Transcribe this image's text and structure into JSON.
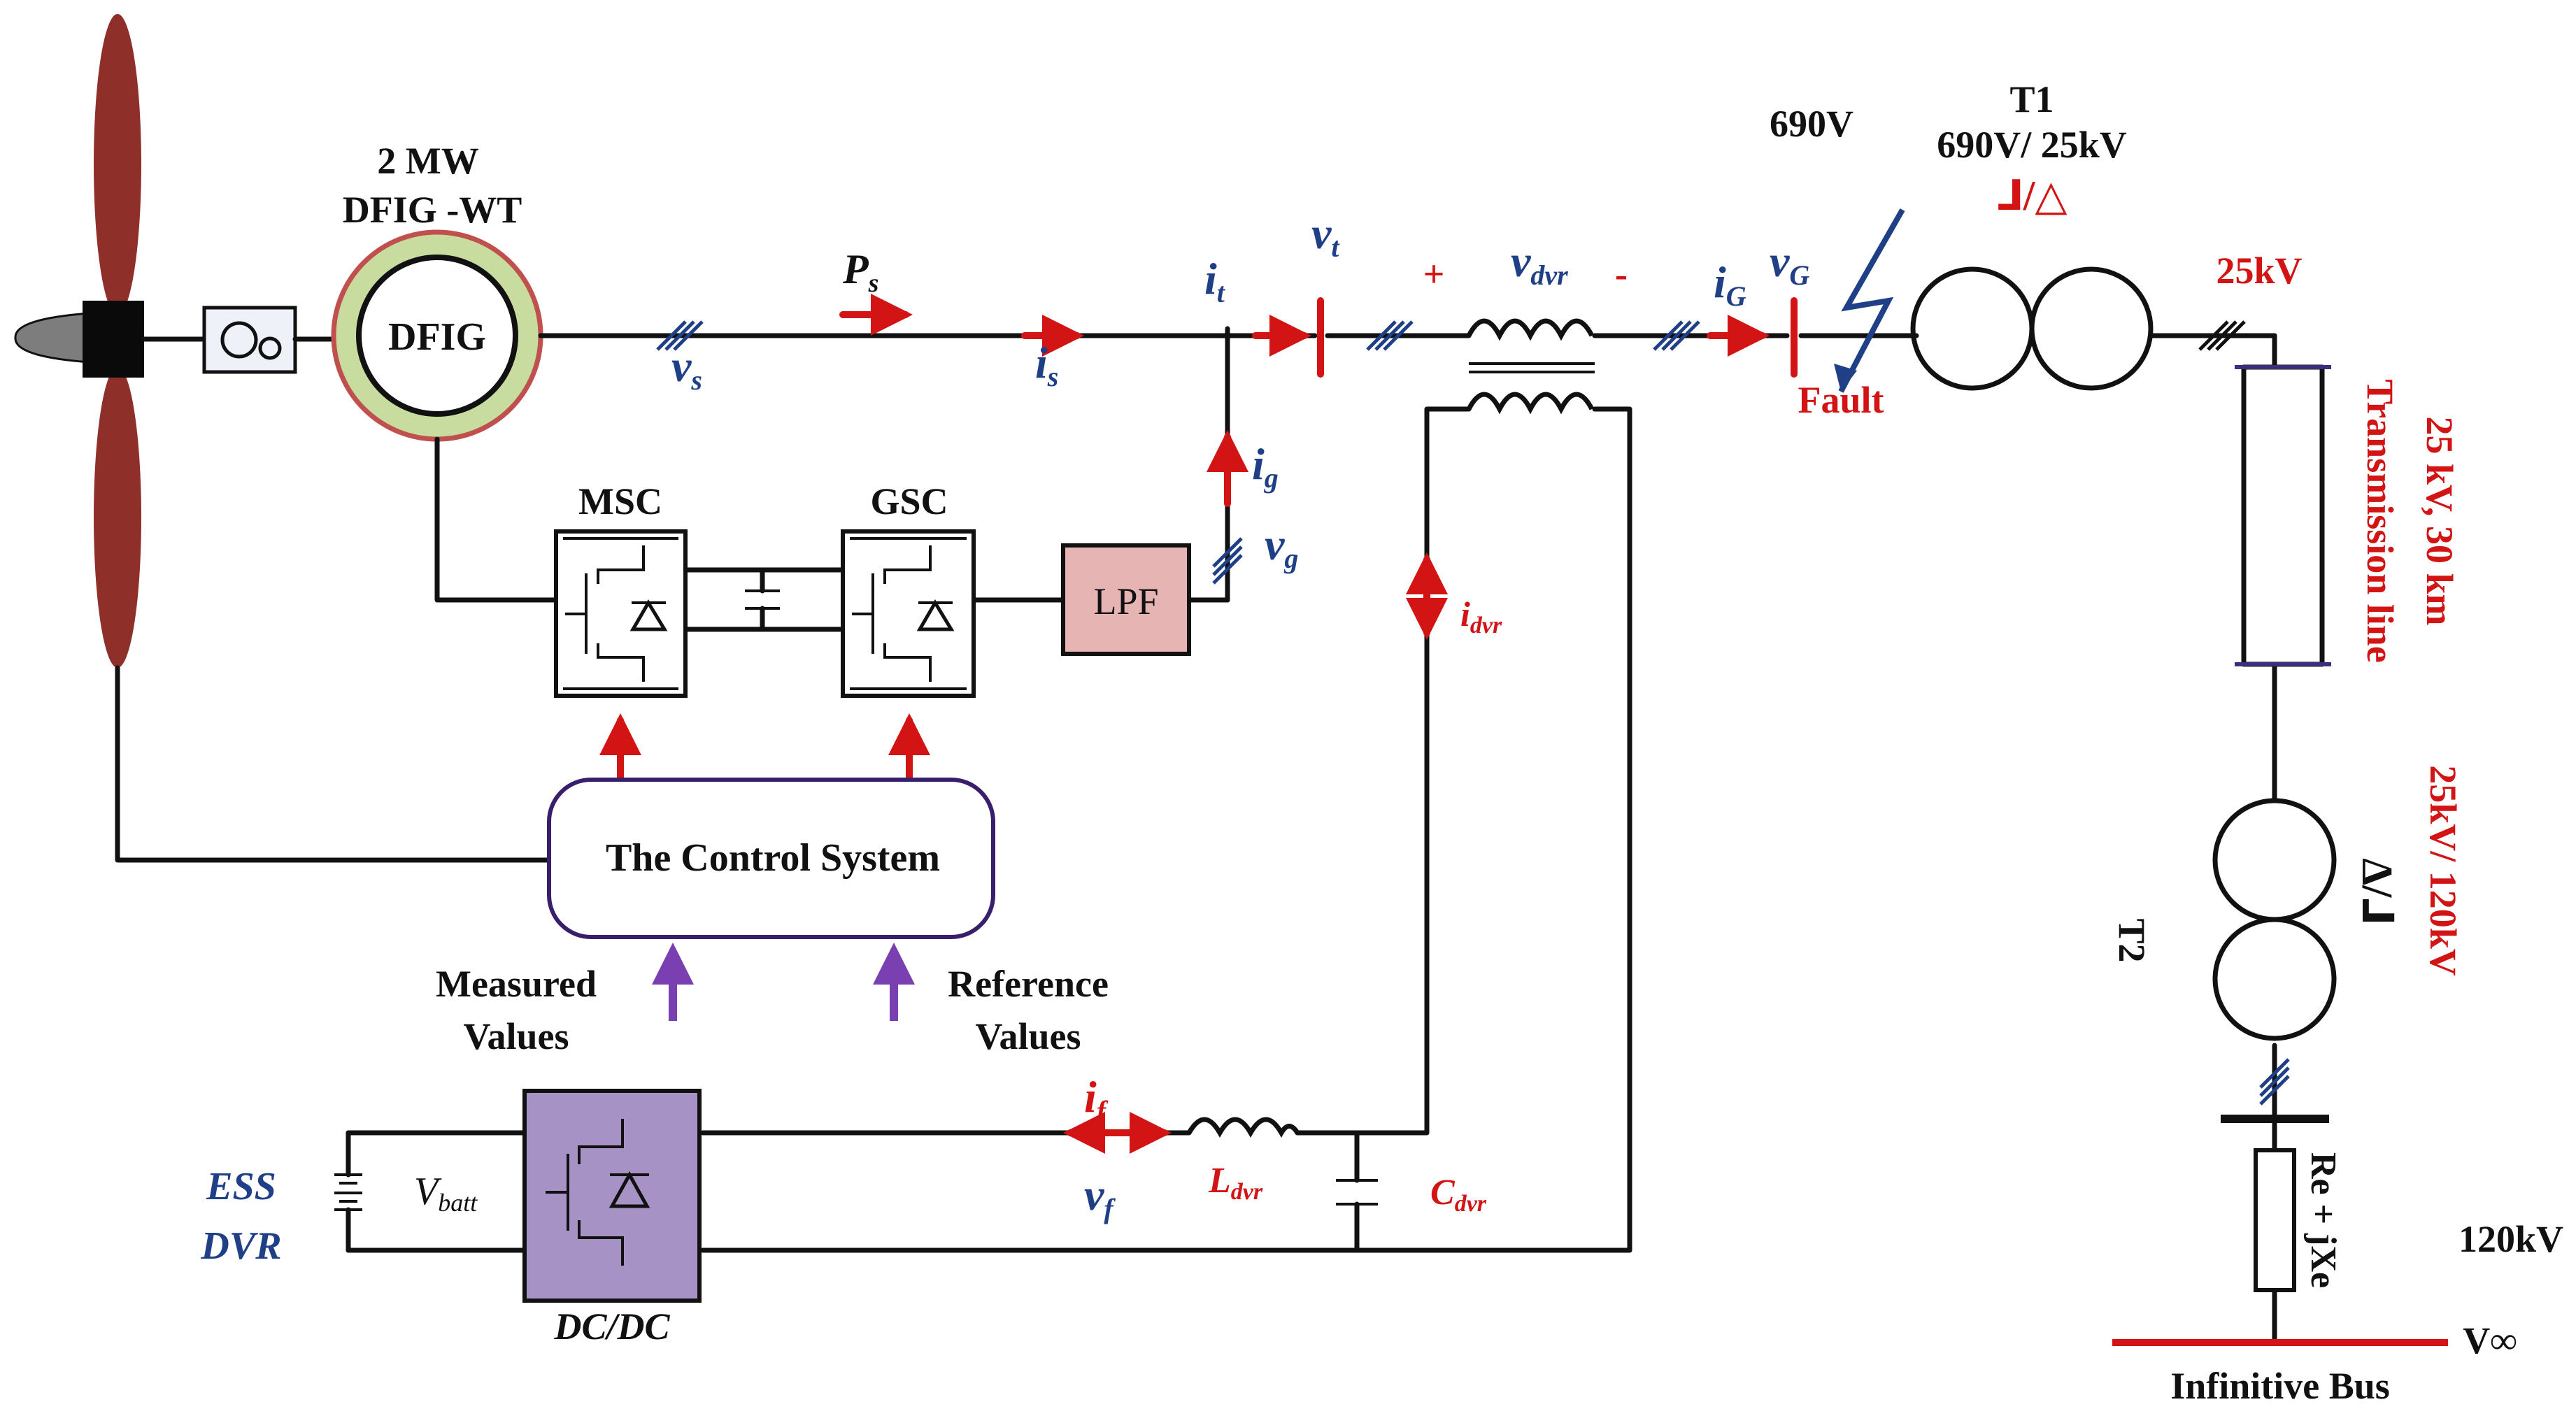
{
  "colors": {
    "wire": "#111111",
    "accent_red": "#d21414",
    "label_navy": "#1f3f86",
    "blade": "#8e2f2a",
    "stator_ring": "#c9dca0",
    "lpf_fill": "#e7b4b4",
    "dcdc_fill": "#a692c4",
    "control_border": "#3a1e6e",
    "arrow_purple": "#7a3fb0"
  },
  "generator": {
    "power": "2 MW",
    "type": "DFIG -WT",
    "core": "DFIG"
  },
  "converters": {
    "msc": "MSC",
    "gsc": "GSC",
    "lpf": "LPF",
    "dcdc": "DC/DC"
  },
  "control": {
    "title": "The Control System",
    "measured_line1": "Measured",
    "measured_line2": "Values",
    "reference_line1": "Reference",
    "reference_line2": "Values"
  },
  "symbols": {
    "ps_main": "P",
    "ps_sub": "s",
    "vs_main": "v",
    "vs_sub": "s",
    "is_main": "i",
    "is_sub": "s",
    "it_main": "i",
    "it_sub": "t",
    "vt_main": "v",
    "vt_sub": "t",
    "ig_main": "i",
    "ig_sub": "g",
    "vg_main": "v",
    "vg_sub": "g",
    "vdvr_main": "v",
    "vdvr_sub": "dvr",
    "plus": "+",
    "minus": "-",
    "iG_main": "i",
    "iG_sub": "G",
    "vG_main": "v",
    "vG_sub": "G",
    "idvr_main": "i",
    "idvr_sub": "dvr",
    "if_main": "i",
    "if_sub": "f",
    "vf_main": "v",
    "vf_sub": "f",
    "ldvr_main": "L",
    "ldvr_sub": "dvr",
    "cdvr_main": "C",
    "cdvr_sub": "dvr",
    "vbatt_main": "V",
    "vbatt_sub": "batt"
  },
  "ess": {
    "line1": "ESS",
    "line2": "DVR"
  },
  "grid": {
    "fault": "Fault",
    "v690": "690V",
    "t1_name": "T1",
    "t1_rating": "690V/ 25kV",
    "t1_connection": "⅃/△",
    "bus25": "25kV",
    "line_rating": "25 kV, 30 km",
    "line_name": "Transmission line",
    "t2_name": "T2",
    "t2_rating": "25kV/ 120kV",
    "t2_connection": "Δ/⅃",
    "impedance": "Re + jXe",
    "v120": "120kV",
    "vinf": "V∞",
    "bus_name": "Infinitive Bus"
  }
}
